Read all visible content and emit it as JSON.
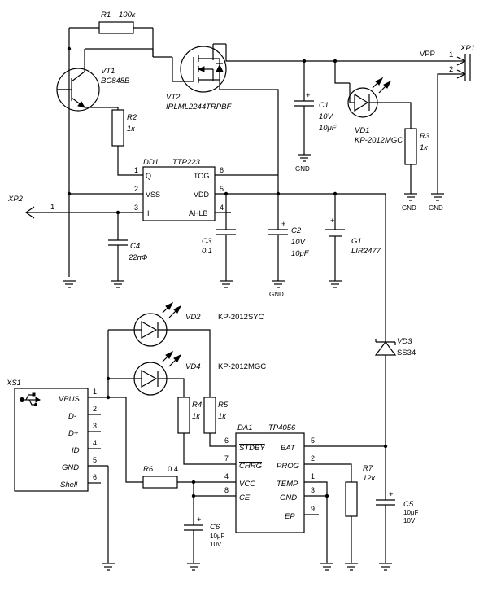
{
  "components": {
    "R1": {
      "ref": "R1",
      "value": "100к"
    },
    "VT1": {
      "ref": "VT1",
      "value": "BC848B"
    },
    "VT2": {
      "ref": "VT2",
      "value": "IRLML2244TRPBF"
    },
    "R2": {
      "ref": "R2",
      "value": "1к"
    },
    "C1": {
      "ref": "C1",
      "v": "10V",
      "c": "10μF"
    },
    "VD1": {
      "ref": "VD1",
      "value": "KP-2012MGC"
    },
    "R3": {
      "ref": "R3",
      "value": "1к"
    },
    "XP1": {
      "ref": "XP1",
      "pin1": "1",
      "pin2": "2",
      "net": "VPP"
    },
    "DD1": {
      "ref": "DD1",
      "value": "TTP223",
      "pins": {
        "q": "Q",
        "vss": "VSS",
        "i": "I",
        "tog": "TOG",
        "vdd": "VDD",
        "ahlb": "AHLB"
      },
      "nums": [
        "1",
        "2",
        "3",
        "6",
        "5",
        "4"
      ]
    },
    "XP2": {
      "ref": "XP2",
      "pin": "1"
    },
    "C4": {
      "ref": "C4",
      "value": "22пФ"
    },
    "C3": {
      "ref": "C3",
      "value": "0.1"
    },
    "C2": {
      "ref": "C2",
      "v": "10V",
      "c": "10μF"
    },
    "G1": {
      "ref": "G1",
      "value": "LIR2477"
    },
    "VD2": {
      "ref": "VD2",
      "value": "KP-2012SYC"
    },
    "VD4": {
      "ref": "VD4",
      "value": "KP-2012MGC"
    },
    "VD3": {
      "ref": "VD3",
      "value": "SS34"
    },
    "XS1": {
      "ref": "XS1",
      "pins": [
        "VBUS",
        "D-",
        "D+",
        "ID",
        "GND",
        "Shell"
      ],
      "nums": [
        "1",
        "2",
        "3",
        "4",
        "5",
        "6"
      ]
    },
    "R4": {
      "ref": "R4",
      "value": "1к"
    },
    "R5": {
      "ref": "R5",
      "value": "1к"
    },
    "R6": {
      "ref": "R6",
      "value": "0.4"
    },
    "DA1": {
      "ref": "DA1",
      "value": "TP4056",
      "left": [
        "STDBY",
        "CHRG",
        "VCC",
        "CE"
      ],
      "left_nums": [
        "6",
        "7",
        "4",
        "8"
      ],
      "right": [
        "BAT",
        "PROG",
        "TEMP",
        "GND",
        "EP"
      ],
      "right_nums": [
        "5",
        "2",
        "1",
        "3",
        "9"
      ]
    },
    "R7": {
      "ref": "R7",
      "value": "12к"
    },
    "C5": {
      "ref": "C5",
      "c": "10μF",
      "v": "10V"
    },
    "C6": {
      "ref": "C6",
      "c": "10μF",
      "v": "10V"
    }
  },
  "labels": {
    "gnd": "GND",
    "plus": "+"
  }
}
